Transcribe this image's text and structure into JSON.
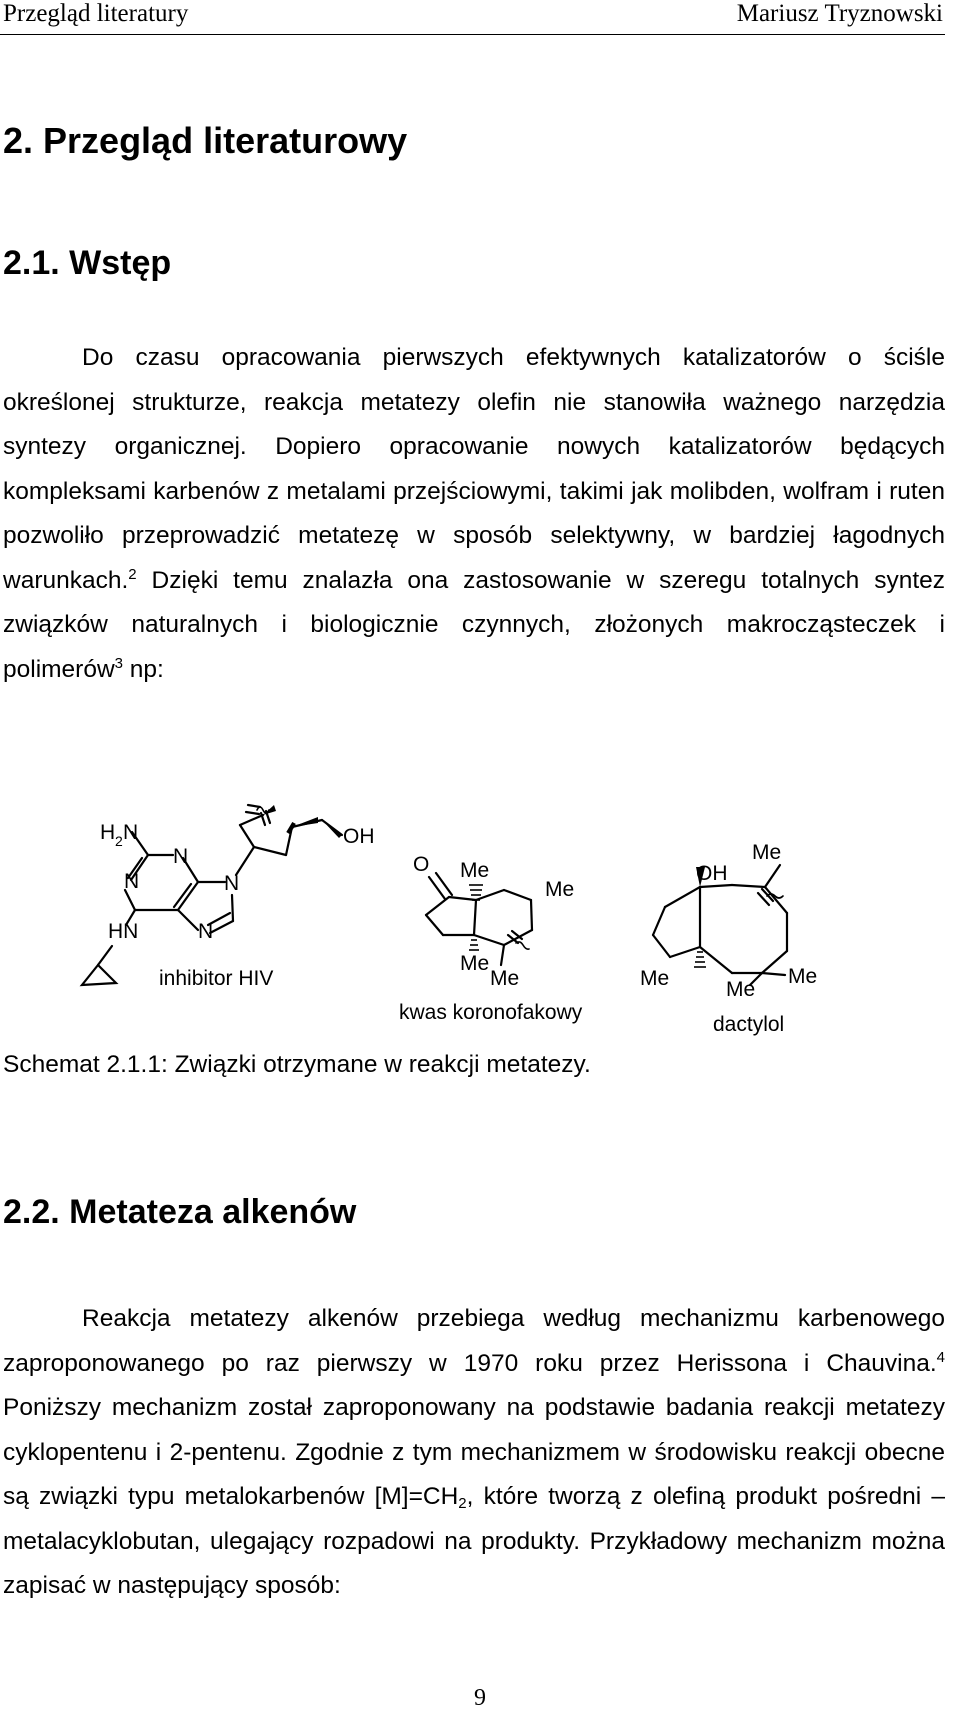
{
  "header": {
    "left": "Przegląd literatury",
    "right": "Mariusz Tryznowski"
  },
  "chapter_title": "2. Przegląd literaturowy",
  "section1": {
    "title": "2.1. Wstęp",
    "p_a": "Do czasu opracowania pierwszych efektywnych katalizatorów o ściśle określonej strukturze, reakcja metatezy olefin nie stanowiła ważnego narzędzia syntezy organicznej. Dopiero opracowanie nowych katalizatorów będących kompleksami karbenów z metalami przejściowymi, takimi jak molibden, wolfram i ruten pozwoliło przeprowadzić metatezę w sposób selektywny, w bardziej łagodnych warunkach.",
    "ref_a": "2",
    "p_b": " Dzięki temu znalazła ona zastosowanie w szeregu totalnych syntez związków naturalnych i biologicznie czynnych, złożonych makrocząsteczek i polimerów",
    "ref_b": "3",
    "p_c": " np:"
  },
  "scheme": {
    "hiv_label": "inhibitor HIV",
    "coronafacic_label": "kwas koronofakowy",
    "dactylol_label": "dactylol",
    "atoms": {
      "h2": "H",
      "sub2": "2",
      "n": "N",
      "hn": "HN",
      "oh": "OH",
      "o": "O",
      "me": "Me"
    },
    "caption": "Schemat 2.1.1: Związki otrzymane w reakcji metatezy."
  },
  "section2": {
    "title": "2.2. Metateza alkenów",
    "p_a": "Reakcja metatezy alkenów przebiega według mechanizmu karbenowego zaproponowanego po raz pierwszy w 1970 roku przez Herissona i Chauvina.",
    "ref_a": "4",
    "p_b": " Poniższy mechanizm został zaproponowany na podstawie badania reakcji metatezy cyklopentenu i 2-pentenu. Zgodnie z tym mechanizmem w środowisku reakcji obecne są związki typu metalokarbenów [M]=CH",
    "sub_b": "2",
    "p_c": ", które tworzą z olefiną produkt pośredni – metalacyklobutan, ulegający rozpadowi na produkty. Przykładowy mechanizm można zapisać w następujący sposób:"
  },
  "page_number": "9"
}
